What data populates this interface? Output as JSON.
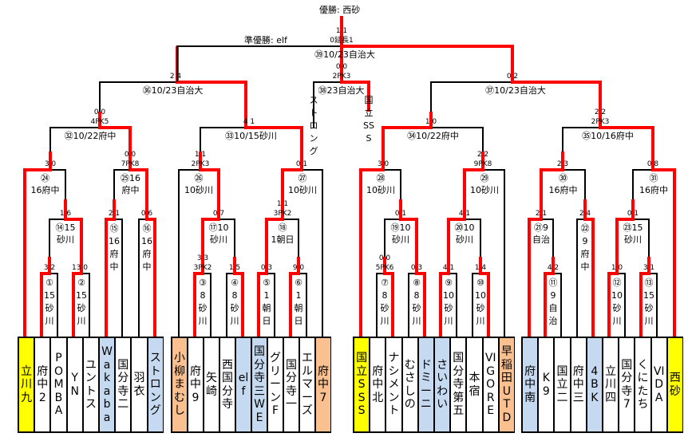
{
  "header": {
    "champion": "優勝: 西砂",
    "runner_up": "準優勝: elf"
  },
  "colors": {
    "win_path": "#ff0000",
    "line": "#000000",
    "yellow": "#ffff00",
    "blue": "#c5d9f1",
    "orange": "#fac090",
    "white": "#ffffff"
  },
  "teams": [
    {
      "name": "立川九",
      "color": "yellow"
    },
    {
      "name": "府中2",
      "color": "white"
    },
    {
      "name": "POMBA",
      "color": "white"
    },
    {
      "name": "YN",
      "color": "white"
    },
    {
      "name": "ユントス",
      "color": "white"
    },
    {
      "name": "Wakaba",
      "color": "blue"
    },
    {
      "name": "国分寺二",
      "color": "white"
    },
    {
      "name": "羽衣",
      "color": "white"
    },
    {
      "name": "ストロング",
      "color": "blue"
    },
    {
      "name": "小柳まむし",
      "color": "orange"
    },
    {
      "name": "府中9",
      "color": "white"
    },
    {
      "name": "矢崎",
      "color": "white"
    },
    {
      "name": "西国分寺",
      "color": "white"
    },
    {
      "name": "elf",
      "color": "blue"
    },
    {
      "name": "国分寺三WE",
      "color": "blue"
    },
    {
      "name": "グリーンF",
      "color": "white"
    },
    {
      "name": "国分寺一",
      "color": "white"
    },
    {
      "name": "エルマーズ",
      "color": "white"
    },
    {
      "name": "府中7",
      "color": "orange"
    },
    {
      "name": "国立SSS",
      "color": "yellow"
    },
    {
      "name": "府中北",
      "color": "white"
    },
    {
      "name": "ナシメント",
      "color": "white"
    },
    {
      "name": "むさしの",
      "color": "white"
    },
    {
      "name": "ドミーニ",
      "color": "blue"
    },
    {
      "name": "さいわい",
      "color": "blue"
    },
    {
      "name": "国分寺第五",
      "color": "white"
    },
    {
      "name": "本宿",
      "color": "white"
    },
    {
      "name": "VIGORE",
      "color": "white"
    },
    {
      "name": "早稲田UTD",
      "color": "orange"
    },
    {
      "name": "府中南",
      "color": "blue"
    },
    {
      "name": "K9",
      "color": "white"
    },
    {
      "name": "国立二",
      "color": "white"
    },
    {
      "name": "府中三",
      "color": "white"
    },
    {
      "name": "4BK",
      "color": "blue"
    },
    {
      "name": "立川四",
      "color": "white"
    },
    {
      "name": "国分寺7",
      "color": "white"
    },
    {
      "name": "くにたち",
      "color": "white"
    },
    {
      "name": "VIDA",
      "color": "white"
    },
    {
      "name": "西砂",
      "color": "yellow"
    }
  ],
  "matches": {
    "m1": {
      "label": "①15砂川",
      "score": "3 2"
    },
    "m2": {
      "label": "②15砂川",
      "score": "13 0"
    },
    "m3": {
      "label": "③8砂川",
      "score": "3 3",
      "pk": "3PK2"
    },
    "m4": {
      "label": "④8砂川",
      "score": "1 5"
    },
    "m5": {
      "label": "⑤1朝日",
      "score": "0 3"
    },
    "m6": {
      "label": "⑥1朝日",
      "score": "9 0"
    },
    "m7": {
      "label": "⑦8砂川",
      "score": "0 0",
      "pk": "5PK6"
    },
    "m8": {
      "label": "⑧8砂川",
      "score": "0 3"
    },
    "m9": {
      "label": "⑨10砂川",
      "score": "4 1"
    },
    "m10": {
      "label": "⑩10砂川",
      "score": "1 4"
    },
    "m11": {
      "label": "⑪9自治",
      "score": "4 2"
    },
    "m12": {
      "label": "⑫10砂川",
      "score": "1 0"
    },
    "m13": {
      "label": "⑬15砂川",
      "score": "3 1"
    },
    "m14": {
      "label": "⑭15",
      "label2": "砂川",
      "score": "1 6"
    },
    "m15": {
      "label": "⑮16府中",
      "score": "2 1"
    },
    "m16": {
      "label": "⑯16府中",
      "score": "0 6"
    },
    "m17": {
      "label": "⑰10",
      "label2": "砂川",
      "score": "0 7"
    },
    "m18": {
      "label": "⑱",
      "label2": "1朝日",
      "score": "1 1",
      "pk": "3PK2"
    },
    "m19": {
      "label": "⑲10",
      "label2": "砂川",
      "score": "0 1"
    },
    "m20": {
      "label": "⑳10",
      "label2": "砂川",
      "score": "4 1"
    },
    "m21": {
      "label": "㉑9",
      "label2": "自治",
      "score": "2 1"
    },
    "m22": {
      "label": "㉒9府中",
      "score": "2 4"
    },
    "m23": {
      "label": "㉓15",
      "label2": "砂川",
      "score": "0 1"
    },
    "m24": {
      "label": "㉔",
      "label2": "16府中",
      "score": "3 0"
    },
    "m25": {
      "label": "㉕16",
      "label2": "府中",
      "score": "0 0",
      "pk": "7PK8"
    },
    "m26": {
      "label": "㉖",
      "label2": "10砂川",
      "score": "1 1",
      "pk": "2PK3"
    },
    "m27": {
      "label": "㉗",
      "label2": "10砂川",
      "score": "0 1"
    },
    "m28": {
      "label": "㉘",
      "label2": "10砂川",
      "score": "3 0"
    },
    "m29": {
      "label": "㉙",
      "label2": "10砂川",
      "score": "2 2",
      "pk": "9PK8"
    },
    "m30": {
      "label": "㉚",
      "label2": "16府中",
      "score": "2 3"
    },
    "m31": {
      "label": "㉛",
      "label2": "16府中",
      "score": "0 8"
    },
    "m32": {
      "label": "㉜10/22府中",
      "score": "0 0",
      "pk": "4PK5"
    },
    "m33": {
      "label": "㉝10/15砂川",
      "score": "4 1"
    },
    "m34": {
      "label": "㉞10/22府中",
      "score": "1 0"
    },
    "m35": {
      "label": "㉟10/16府中",
      "score": "2 2",
      "pk": "2PK3"
    },
    "m36": {
      "label": "㊱10/23自治大",
      "score": "2 4"
    },
    "m37": {
      "label": "㊲10/23自治大",
      "score": "0 2"
    },
    "m38": {
      "label": "㊳23自治大",
      "score": "0 0",
      "pk": "2PK3",
      "left": "ストロング",
      "right": "国立SSS"
    },
    "m39": {
      "label": "㊴10/23自治大",
      "score": "1 1",
      "pk": "0延長1"
    }
  }
}
